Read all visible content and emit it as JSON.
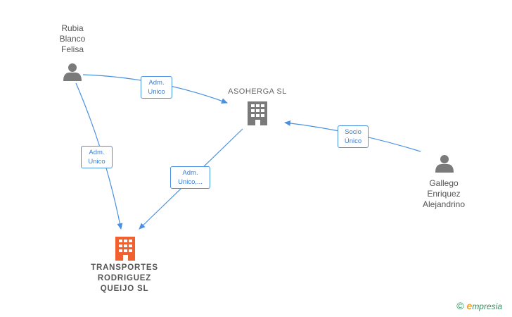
{
  "nodes": {
    "rubia": {
      "label_lines": [
        "Rubia",
        "Blanco",
        "Felisa"
      ],
      "icon": "person-icon"
    },
    "gallego": {
      "label_lines": [
        "Gallego",
        "Enriquez",
        "Alejandrino"
      ],
      "icon": "person-icon"
    },
    "asoherga": {
      "label": "ASOHERGA SL",
      "icon": "building-icon"
    },
    "transportes": {
      "label_lines": [
        "TRANSPORTES",
        "RODRIGUEZ",
        "QUEIJO  SL"
      ],
      "icon": "building-icon"
    }
  },
  "edges": {
    "rubia_asoherga": {
      "lines": [
        "Adm.",
        "Unico"
      ]
    },
    "rubia_transportes": {
      "lines": [
        "Adm.",
        "Unico"
      ]
    },
    "asoherga_transportes": {
      "lines": [
        "Adm.",
        "Unico,..."
      ]
    },
    "gallego_asoherga": {
      "lines": [
        "Socio",
        "Único"
      ]
    }
  },
  "colors": {
    "edge": "#4a90e2",
    "person_icon": "#7a7a7a",
    "company_icon": "#7a7a7a",
    "highlight_icon": "#f0612f"
  },
  "brand": {
    "copyright": "©",
    "initial": "e",
    "rest": "mpresia"
  }
}
